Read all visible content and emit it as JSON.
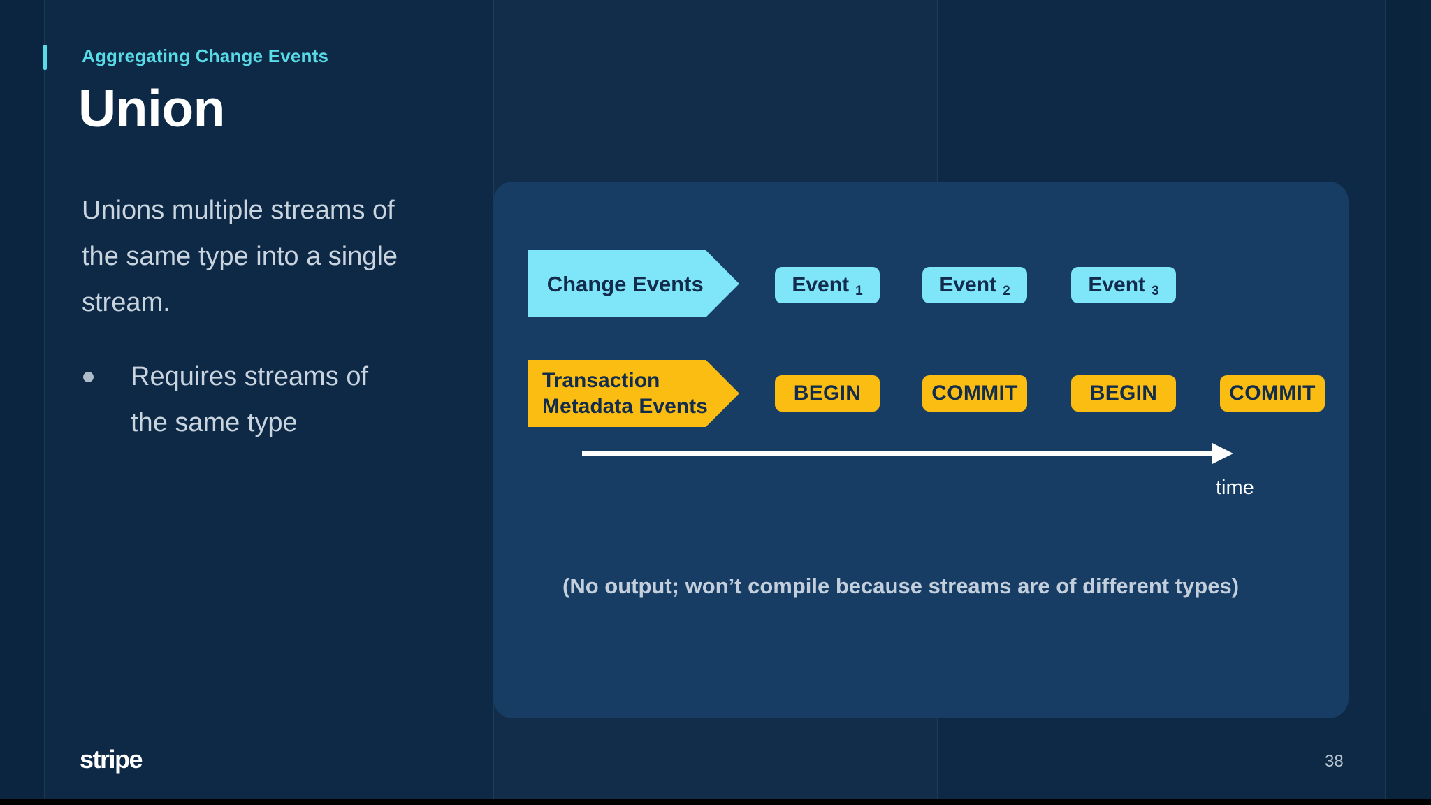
{
  "slide": {
    "eyebrow": "Aggregating Change Events",
    "title": "Union",
    "body": "Unions multiple streams of the same type into a single stream.",
    "bullets": [
      {
        "label": "Requires streams of the same type"
      }
    ],
    "footer": {
      "logo": "stripe",
      "page_number": "38"
    }
  },
  "diagram": {
    "streams": [
      {
        "label_lines": [
          "Change Events"
        ],
        "color": "#7FE6F9",
        "events": [
          {
            "text": "Event",
            "sub": "1"
          },
          {
            "text": "Event",
            "sub": "2"
          },
          {
            "text": "Event",
            "sub": "3"
          }
        ]
      },
      {
        "label_lines": [
          "Transaction",
          "Metadata Events"
        ],
        "color": "#FCBD13",
        "events": [
          {
            "text": "BEGIN",
            "sub": ""
          },
          {
            "text": "COMMIT",
            "sub": ""
          },
          {
            "text": "BEGIN",
            "sub": ""
          },
          {
            "text": "COMMIT",
            "sub": ""
          }
        ]
      }
    ],
    "time_label": "time",
    "caption": "(No output; won’t compile because streams are of different types)"
  },
  "colors": {
    "background": "#0D2946",
    "panel": "#173D64",
    "accent_cyan": "#7FE6F9",
    "eyebrow_cyan": "#58DBE6",
    "accent_yellow": "#FCBD13",
    "dark_text_on_fill": "#112C4C",
    "body_text": "#C9D4DF",
    "white": "#FFFFFF"
  }
}
